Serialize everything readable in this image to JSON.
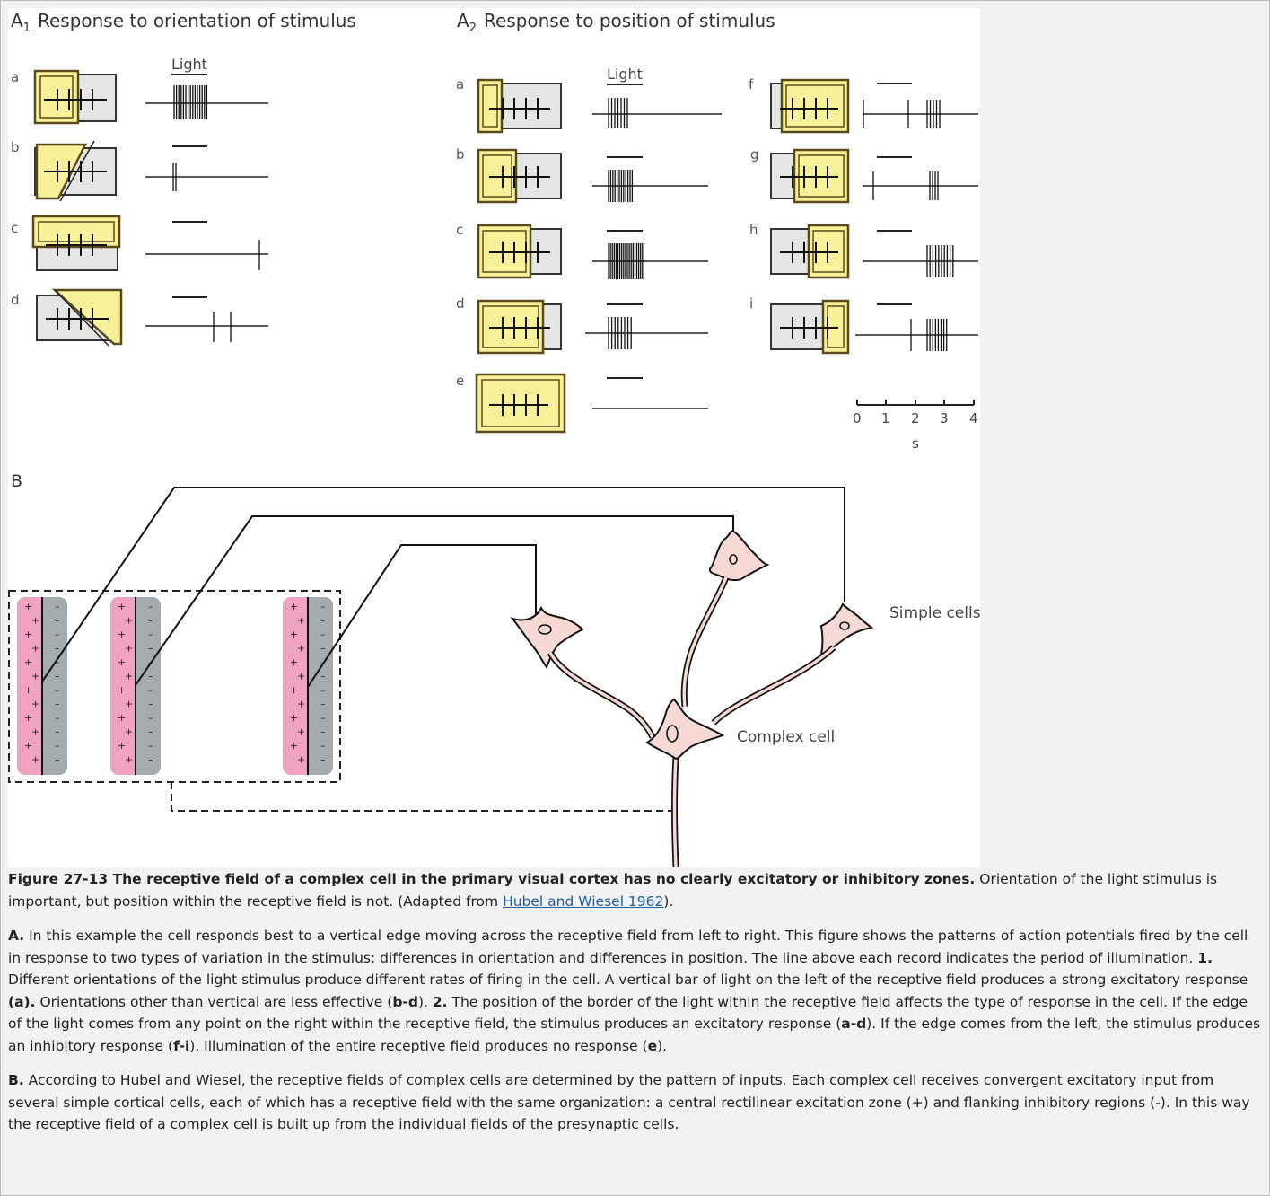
{
  "figure": {
    "panel_a1": {
      "prefix": "A",
      "subscript": "1",
      "title": "Response to orientation of stimulus"
    },
    "panel_a2": {
      "prefix": "A",
      "subscript": "2",
      "title": "Response to position of stimulus"
    },
    "light_label": "Light",
    "a1_rows": [
      "a",
      "b",
      "c",
      "d"
    ],
    "a2_left_rows": [
      "a",
      "b",
      "c",
      "d",
      "e"
    ],
    "a2_right_rows": [
      "f",
      "g",
      "h",
      "i"
    ],
    "scale": {
      "ticks": [
        "0",
        "1",
        "2",
        "3",
        "4"
      ],
      "unit": "s"
    },
    "panel_b": {
      "label": "B",
      "simple_cells_label": "Simple cells",
      "complex_cell_label": "Complex cell"
    },
    "colors": {
      "stimulus": "#f7f19a",
      "stimulus_border": "#5a4a1a",
      "field": "#e4e6e3",
      "excitatory": "#f0a3c0",
      "inhibitory": "#a6abad",
      "neuron": "#f6d9d4"
    }
  },
  "caption": {
    "heading_bold": "Figure 27-13 The receptive field of a complex cell in the primary visual cortex has no clearly excitatory or inhibitory zones.",
    "heading_text": "Orientation of the light stimulus is important, but position within the receptive field is not. (Adapted from",
    "heading_link": "Hubel and Wiesel 1962",
    "heading_end": ").",
    "a_label": "A.",
    "a_text_1": "In this example the cell responds best to a vertical edge moving across the receptive field from left to right. This figure shows the patterns of action potentials fired by the cell in response to two types of variation in the stimulus: differences in orientation and differences in position. The line above each record indicates the period of illumination.",
    "a_num1": "1.",
    "a_text_2": "Different orientations of the light stimulus produce different rates of firing in the cell. A vertical bar of light on the left of the receptive field produces a strong excitatory response",
    "a_bold_a": "(a).",
    "a_text_3": "Orientations other than vertical are less effective (",
    "a_bold_bd": "b-d",
    "a_text_4": ").",
    "a_num2": "2.",
    "a_text_5": "The position of the border of the light within the receptive field affects the type of response in the cell. If the edge of the light comes from any point on the right within the receptive field, the stimulus produces an excitatory response (",
    "a_bold_ad": "a-d",
    "a_text_6": "). If the edge comes from the left, the stimulus produces an inhibitory response (",
    "a_bold_fi": "f-i",
    "a_text_7": "). Illumination of the entire receptive field produces no response (",
    "a_bold_e": "e",
    "a_text_8": ").",
    "b_label": "B.",
    "b_text": "According to Hubel and Wiesel, the receptive fields of complex cells are determined by the pattern of inputs. Each complex cell receives convergent excitatory input from several simple cortical cells, each of which has a receptive field with the same organization: a central rectilinear excitation zone (+) and flanking inhibitory regions (-). In this way the receptive field of a complex cell is built up from the individual fields of the presynaptic cells."
  }
}
